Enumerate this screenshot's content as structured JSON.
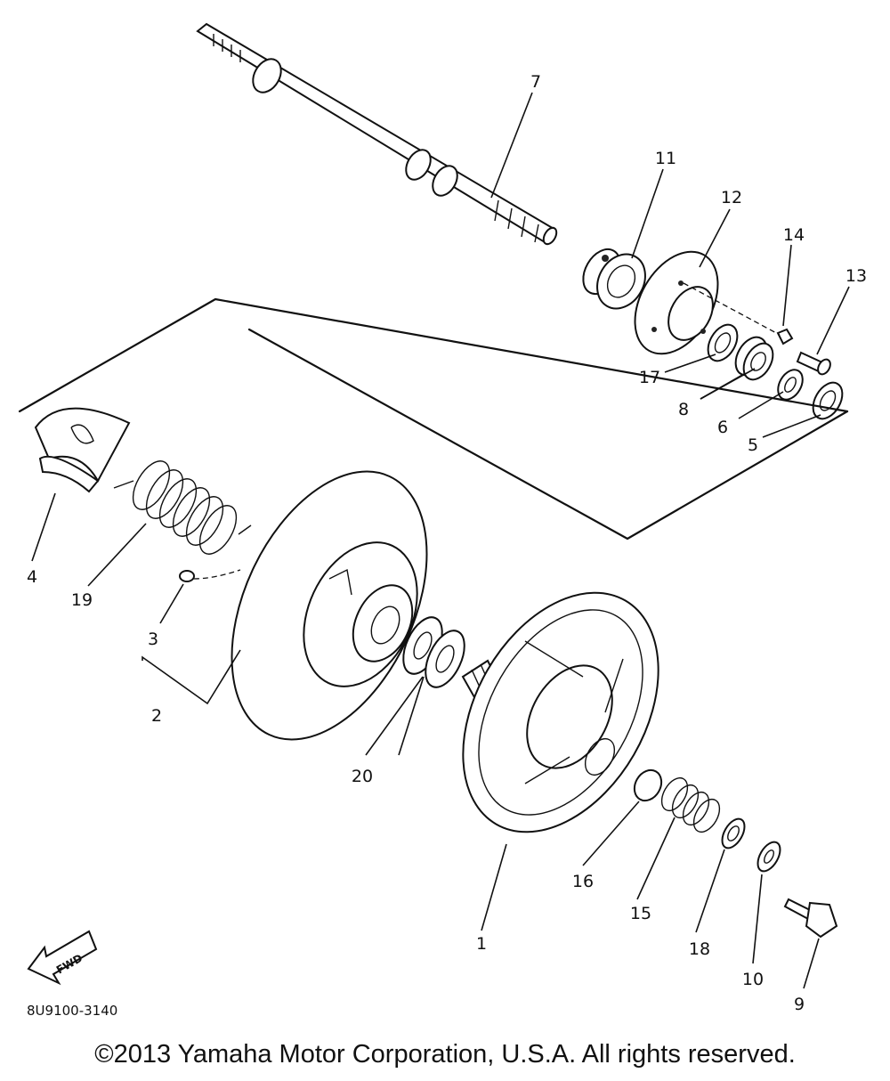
{
  "diagram": {
    "part_labels": [
      "1",
      "2",
      "3",
      "4",
      "5",
      "6",
      "7",
      "8",
      "9",
      "10",
      "11",
      "12",
      "13",
      "14",
      "15",
      "16",
      "17",
      "18",
      "19",
      "20"
    ],
    "drawing_code": "8U9100-3140",
    "fwd_label": "FWD",
    "copyright": "©2013 Yamaha Motor Corporation, U.S.A. All rights reserved."
  }
}
